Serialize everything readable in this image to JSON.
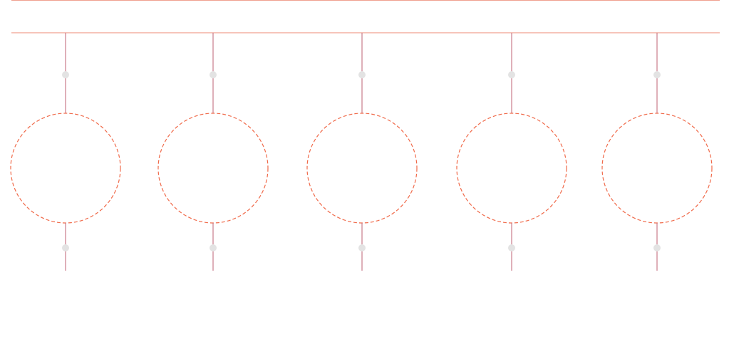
{
  "diagram": {
    "nodes": [
      {
        "id": "node-1"
      },
      {
        "id": "node-2"
      },
      {
        "id": "node-3"
      },
      {
        "id": "node-4"
      },
      {
        "id": "node-5"
      }
    ],
    "colors": {
      "rail": "#f0a090",
      "stem": "#c97b8a",
      "circle": "#f06a4a",
      "joint": "#e3e3e3"
    }
  }
}
